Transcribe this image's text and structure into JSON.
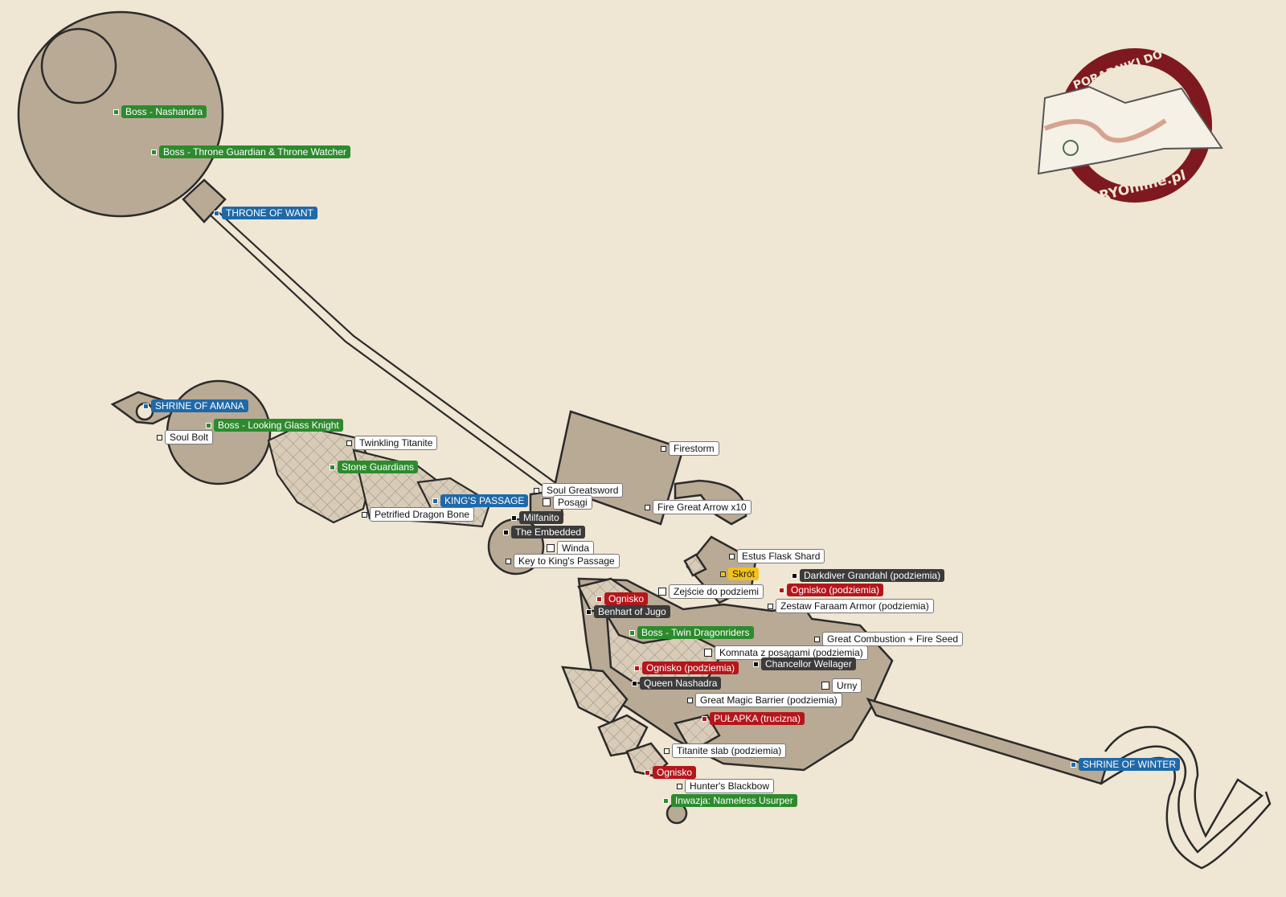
{
  "logo": {
    "top_text": "PORADNIKI DO GIER",
    "bottom_text": "GRYOnline.pl",
    "color": "#7e1a1f"
  },
  "colors": {
    "paper": "#efe6d3",
    "area": "#b9aa95",
    "outline": "#2b2b2b",
    "green": "#2d8b2e",
    "blue": "#1f69a8",
    "red": "#b4161b",
    "yellow": "#f2c21a",
    "dark": "#3b3b3b"
  },
  "markers": [
    {
      "label": "Boss - Nashandra",
      "type": "green"
    },
    {
      "label": "Boss - Throne Guardian & Throne Watcher",
      "type": "green"
    },
    {
      "label": "THRONE OF WANT",
      "type": "blue"
    },
    {
      "label": "SHRINE OF AMANA",
      "type": "blue"
    },
    {
      "label": "Boss - Looking Glass Knight",
      "type": "green"
    },
    {
      "label": "Soul Bolt",
      "type": "white"
    },
    {
      "label": "Twinkling Titanite",
      "type": "white"
    },
    {
      "label": "Stone Guardians",
      "type": "green"
    },
    {
      "label": "KING'S PASSAGE",
      "type": "blue"
    },
    {
      "label": "Petrified Dragon Bone",
      "type": "white"
    },
    {
      "label": "Firestorm",
      "type": "white"
    },
    {
      "label": "Soul Greatsword",
      "type": "white"
    },
    {
      "label": "Posągi",
      "type": "white"
    },
    {
      "label": "Fire Great Arrow x10",
      "type": "white"
    },
    {
      "label": "Milfanito",
      "type": "dark"
    },
    {
      "label": "The Embedded",
      "type": "dark"
    },
    {
      "label": "Winda",
      "type": "white"
    },
    {
      "label": "Key to King's Passage",
      "type": "white"
    },
    {
      "label": "Estus Flask Shard",
      "type": "white"
    },
    {
      "label": "Skrót",
      "type": "yellow"
    },
    {
      "label": "Darkdiver Grandahl (podziemia)",
      "type": "dark"
    },
    {
      "label": "Zejście do podziemi",
      "type": "white"
    },
    {
      "label": "Ognisko (podziemia)",
      "type": "red"
    },
    {
      "label": "Ognisko",
      "type": "red"
    },
    {
      "label": "Zestaw Faraam Armor (podziemia)",
      "type": "white"
    },
    {
      "label": "Benhart of Jugo",
      "type": "dark"
    },
    {
      "label": "Boss - Twin Dragonriders",
      "type": "green"
    },
    {
      "label": "Great Combustion + Fire Seed",
      "type": "white"
    },
    {
      "label": "Komnata z posągami (podziemia)",
      "type": "white"
    },
    {
      "label": "Ognisko (podziemia)",
      "type": "red"
    },
    {
      "label": "Chancellor Wellager",
      "type": "dark"
    },
    {
      "label": "Queen Nashadra",
      "type": "dark"
    },
    {
      "label": "Urny",
      "type": "white"
    },
    {
      "label": "Great Magic Barrier (podziemia)",
      "type": "white"
    },
    {
      "label": "PUŁAPKA (trucizna)",
      "type": "red"
    },
    {
      "label": "Titanite slab (podziemia)",
      "type": "white"
    },
    {
      "label": "SHRINE OF WINTER",
      "type": "blue"
    },
    {
      "label": "Ognisko",
      "type": "red"
    },
    {
      "label": "Hunter's Blackbow",
      "type": "white"
    },
    {
      "label": "Inwazja: Nameless Usurper",
      "type": "green"
    }
  ]
}
